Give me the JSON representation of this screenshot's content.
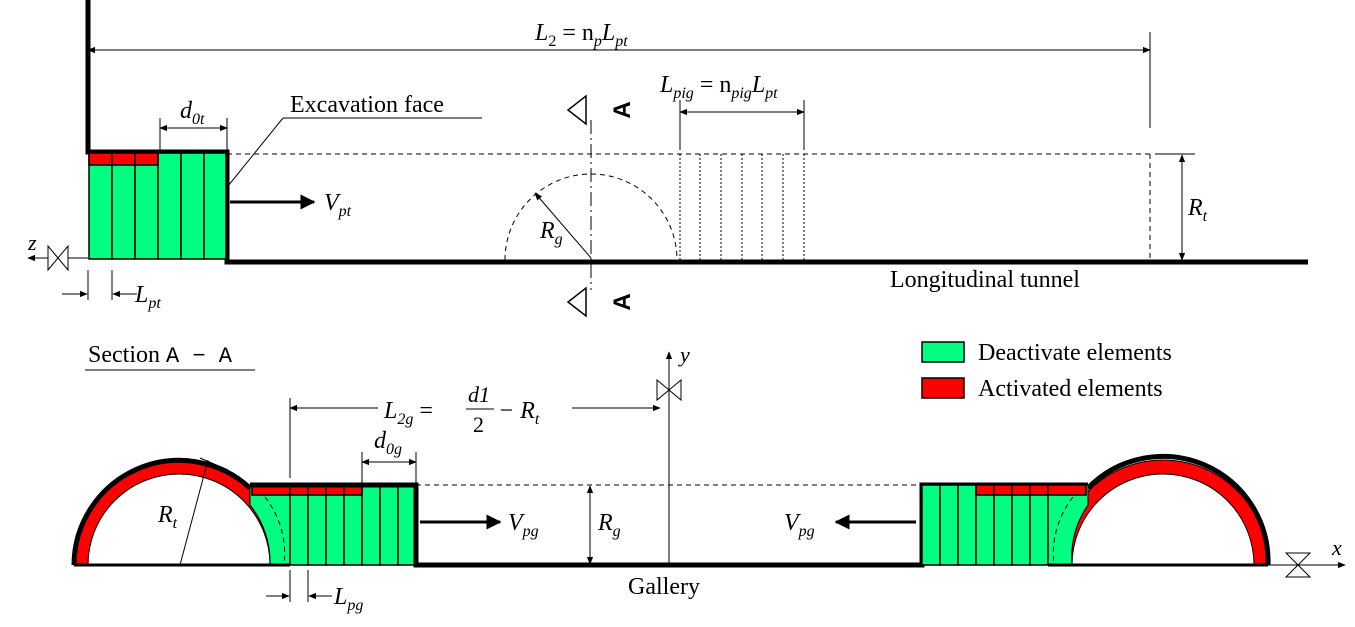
{
  "labels": {
    "l2": "L",
    "l2_sub": "2",
    "l2_eq": " = n",
    "l2_p": "p",
    "l2_L": "L",
    "l2_pt": "pt",
    "lpig_L": "L",
    "lpig_sub": "pig",
    "lpig_eq": " = n",
    "lpig_n_sub": "pig",
    "lpig_L2": "L",
    "lpig_pt": "pt",
    "excavation_face": "Excavation face",
    "d0t": "d",
    "d0t_sub": "0t",
    "vpt": "V",
    "vpt_sub": "pt",
    "rg": "R",
    "rg_sub": "g",
    "rt": "R",
    "rt_sub": "t",
    "lpt": "L",
    "lpt_sub": "pt",
    "z_axis": "z",
    "section_a_top": "A",
    "section_a_bottom": "A",
    "longitudinal_tunnel": "Longitudinal tunnel",
    "section_title_prefix": "Section ",
    "section_title_mono": "A − A",
    "l2g_L": "L",
    "l2g_sub": "2g",
    "l2g_eq": " = ",
    "l2g_num": "d1",
    "l2g_den": "2",
    "l2g_minus": " − R",
    "l2g_t": "t",
    "y_axis": "y",
    "x_axis": "x",
    "d0g": "d",
    "d0g_sub": "0g",
    "vpg_left": "V",
    "vpg_left_sub": "pg",
    "vpg_right": "V",
    "vpg_right_sub": "pg",
    "rg2": "R",
    "rg2_sub": "g",
    "rt2": "R",
    "rt2_sub": "t",
    "lpg": "L",
    "lpg_sub": "pg",
    "gallery": "Gallery"
  },
  "legend": {
    "deactivate": "Deactivate elements",
    "activated": "Activated elements"
  },
  "colors": {
    "green": "#00ff80",
    "red": "#ff0000"
  }
}
